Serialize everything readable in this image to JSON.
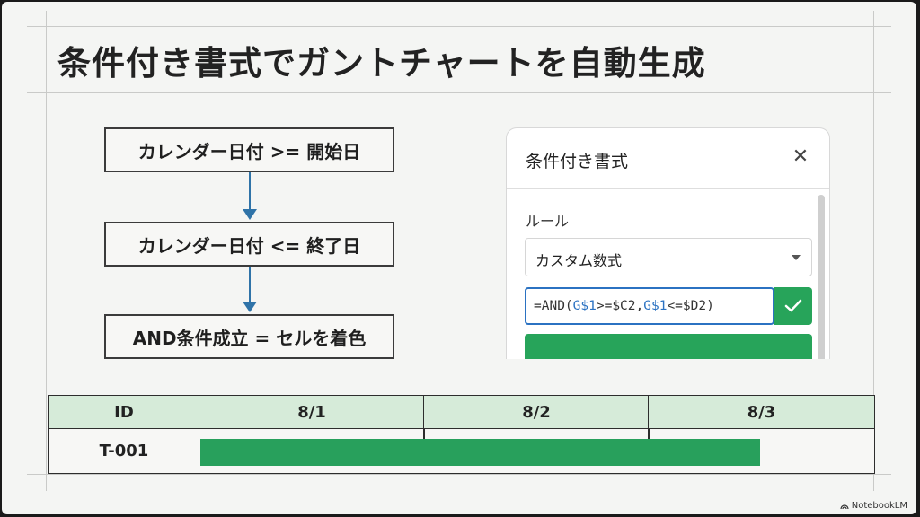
{
  "title": "条件付き書式でガントチャートを自動生成",
  "flow": {
    "step1": "カレンダー日付 >= 開始日",
    "step2": "カレンダー日付 <= 終了日",
    "step3": "AND条件成立 = セルを着色"
  },
  "dialog": {
    "title": "条件付き書式",
    "close_icon": "close-icon",
    "rule_label": "ルール",
    "select_value": "カスタム数式",
    "formula": {
      "p1": "=AND(",
      "ref1": "G$1",
      "p2": ">=$C2,",
      "ref2": "G$1",
      "p3": "<=$D2)"
    },
    "confirm_icon": "check-icon",
    "accent_color": "#27a45a",
    "focus_color": "#2b72c2"
  },
  "gantt": {
    "headers": [
      "ID",
      "8/1",
      "8/2",
      "8/3"
    ],
    "rows": [
      {
        "id": "T-001",
        "bar_start_fraction": 0.0,
        "bar_end_fraction": 0.83
      }
    ],
    "bar_color": "#28a05c",
    "header_bg": "#d6ebd9"
  },
  "brand": "NotebookLM"
}
